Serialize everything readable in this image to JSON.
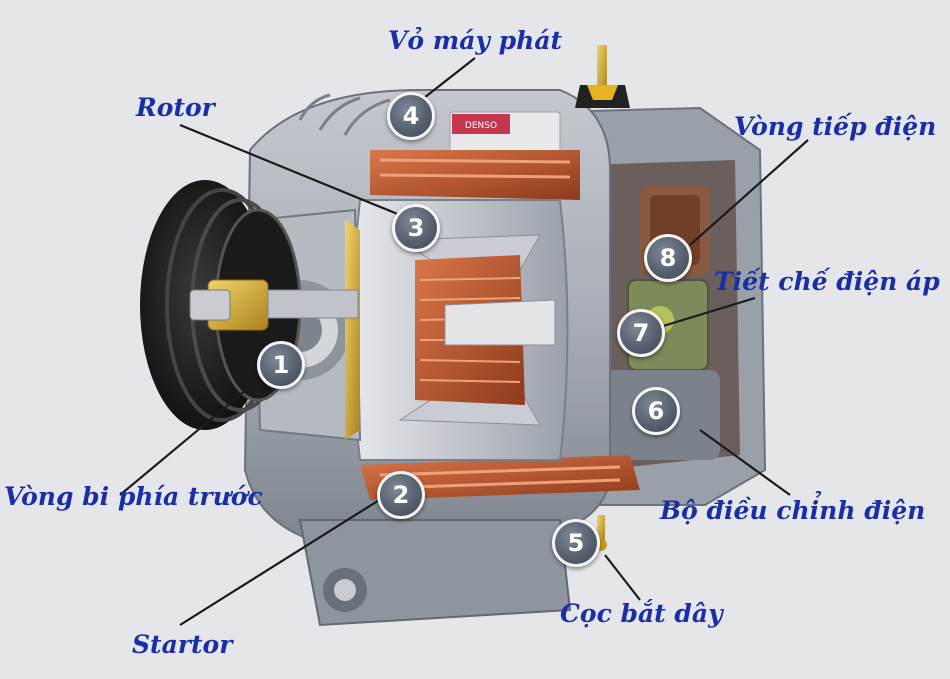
{
  "diagram": {
    "callouts": [
      {
        "number": "1",
        "label": "Vòng bi phía trước"
      },
      {
        "number": "2",
        "label": "Startor"
      },
      {
        "number": "3",
        "label": "Rotor"
      },
      {
        "number": "4",
        "label": "Vỏ máy phát"
      },
      {
        "number": "5",
        "label": "Cọc bắt dây"
      },
      {
        "number": "6",
        "label": "Bộ điều chỉnh điện"
      },
      {
        "number": "7",
        "label": "Tiết chế điện áp"
      },
      {
        "number": "8",
        "label": "Vòng tiếp điện"
      }
    ],
    "nameplate_text": "DENSO",
    "colors": {
      "label_text": "#1a2ea8",
      "badge_fill": "#56606e",
      "copper": "#b8552e",
      "housing": "#a7acb4",
      "pulley": "#1c1c1c",
      "brass": "#d9b43a"
    }
  }
}
